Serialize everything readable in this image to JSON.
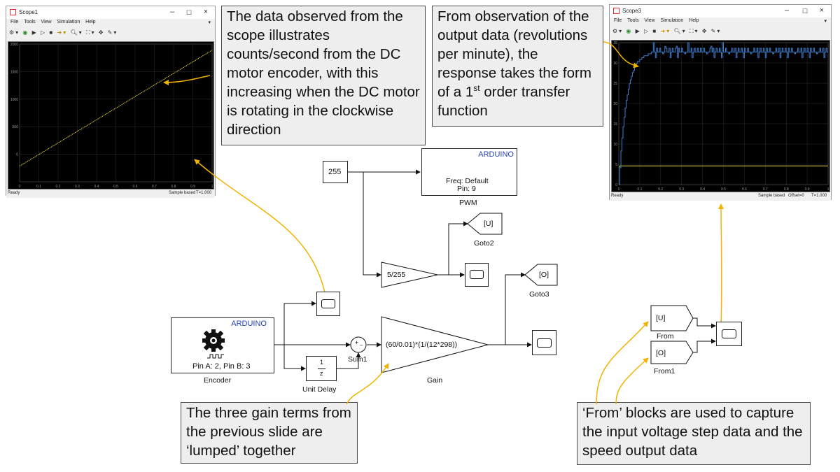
{
  "scope1": {
    "title": "Scope1",
    "menu": [
      "File",
      "Tools",
      "View",
      "Simulation",
      "Help"
    ],
    "status_left": "Ready",
    "status_mode": "Sample based",
    "status_time": "T=1.000",
    "y_ticks": [
      "2000",
      "1500",
      "1000",
      "500",
      "0"
    ],
    "x_ticks": [
      "0",
      "0.1",
      "0.2",
      "0.3",
      "0.4",
      "0.5",
      "0.6",
      "0.7",
      "0.8",
      "0.9",
      "1"
    ]
  },
  "scope3": {
    "title": "Scope3",
    "menu": [
      "File",
      "Tools",
      "View",
      "Simulation",
      "Help"
    ],
    "status_left": "Ready",
    "status_mode": "Sample based",
    "status_offset": "Offset=0",
    "status_time": "T=1.000",
    "y_ticks": [
      "35",
      "30",
      "25",
      "20",
      "15",
      "10",
      "5",
      "0"
    ],
    "x_ticks": [
      "0",
      "0.1",
      "0.2",
      "0.3",
      "0.4",
      "0.5",
      "0.6",
      "0.7",
      "0.8",
      "0.9",
      "1"
    ]
  },
  "callouts": {
    "encoder_counts": "The data observed from the scope illustrates counts/second from the DC motor encoder, with this increasing when the DC motor is rotating in the clockwise direction",
    "first_order_pre": "From observation of the output data (revolutions per minute), the response takes the form of a 1",
    "first_order_sup": "st",
    "first_order_post": " order transfer function",
    "gain_terms": "The three gain terms from the previous slide are ‘lumped’ together",
    "from_blocks": "‘From’ blocks are used to capture the input voltage step data and the speed output data"
  },
  "blocks": {
    "constant": "255",
    "pwm_brand": "ARDUINO",
    "pwm_freq": "Freq: Default",
    "pwm_pin": "Pin: 9",
    "pwm_name": "PWM",
    "goto2_tag": "[U]",
    "goto2_name": "Goto2",
    "gain_small": "5/255",
    "goto3_tag": "[O]",
    "goto3_name": "Goto3",
    "encoder_brand": "ARDUINO",
    "encoder_pins": "Pin A: 2, Pin B: 3",
    "encoder_name": "Encoder",
    "sum_name": "Sum1",
    "sum_plus": "+",
    "sum_minus": "–",
    "unit_delay_num": "1",
    "unit_delay_den": "z",
    "unit_delay_name": "Unit Delay",
    "gain_expr": "(60/0.01)*(1/(12*298))",
    "gain_name": "Gain",
    "from_u_tag": "[U]",
    "from_u_name": "From",
    "from_o_tag": "[O]",
    "from_o_name": "From1"
  },
  "colors": {
    "annotation_arrow": "#f0b400",
    "scope1_trace": "#e8d23a",
    "scope3_trace": "#3d7fd0",
    "scope3_input": "#d9d24a",
    "arduino_text": "#2441b8"
  }
}
